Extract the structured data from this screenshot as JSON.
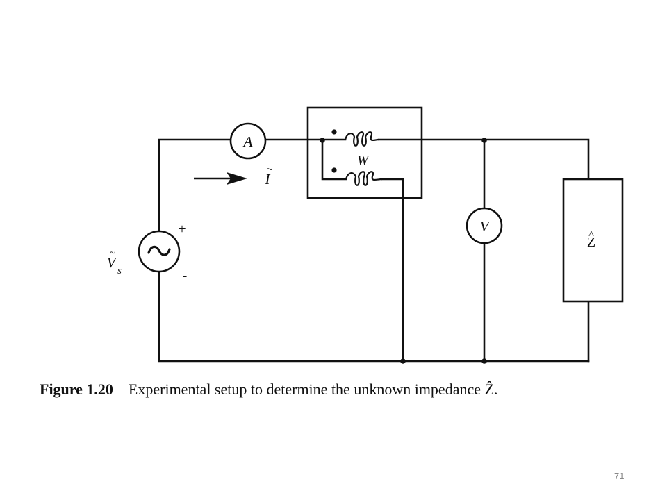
{
  "diagram": {
    "type": "circuit",
    "labels": {
      "ammeter": "A",
      "voltmeter": "V",
      "wattmeter": "W",
      "current": "I",
      "current_accent": "~",
      "source": "V",
      "source_subscript": "s",
      "source_accent": "~",
      "source_symbol": "~",
      "plus": "+",
      "minus": "-",
      "impedance": "Z",
      "impedance_accent": "^"
    }
  },
  "caption": {
    "figure_label": "Figure 1.20",
    "text": "Experimental setup to determine the unknown impedance Ẑ."
  },
  "page_number": "71"
}
